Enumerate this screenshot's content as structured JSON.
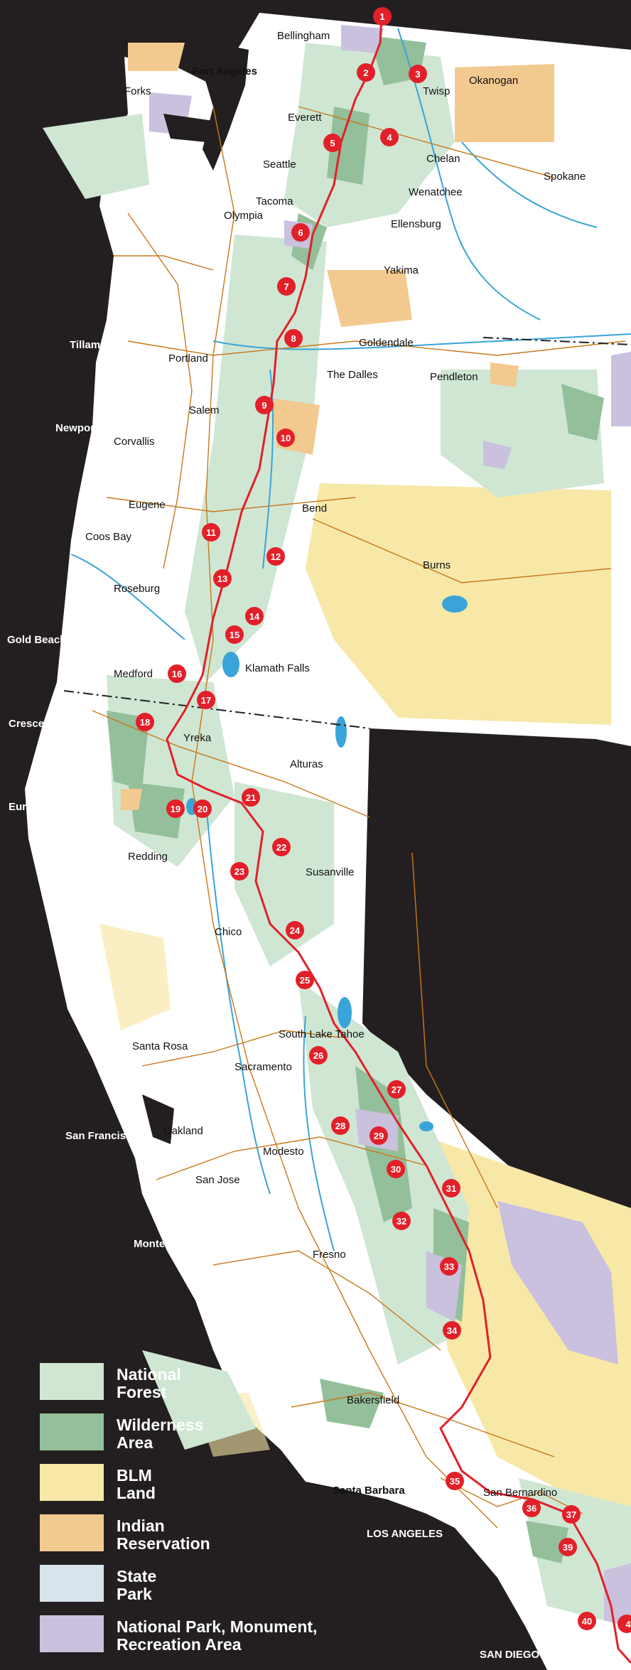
{
  "colors": {
    "background": "#231f20",
    "land": "#ffffff",
    "national_forest": "#cfe6d3",
    "wilderness": "#93bf9a",
    "blm": "#f7e8a8",
    "indian_reservation": "#f2c98f",
    "state_park": "#d9e3ec",
    "national_park": "#c9c1dd",
    "water": "#3aa4d8",
    "roads": "#c8781c",
    "trail": "#e2202a",
    "marker": "#e2202a"
  },
  "cities_white": [
    "Port Angeles",
    "Tillamook",
    "Newport",
    "Gold Beach",
    "Crescent City",
    "Eureka",
    "San Francisco",
    "Monterey",
    "Santa Barbara",
    "LOS ANGELES",
    "SAN DIEGO"
  ],
  "cities_dark": [
    "Bellingham",
    "Forks",
    "Twisp",
    "Okanogan",
    "Everett",
    "Seattle",
    "Chelan",
    "Spokane",
    "Wenatchee",
    "Tacoma",
    "Olympia",
    "Ellensburg",
    "Yakima",
    "Goldendale",
    "Portland",
    "The Dalles",
    "Pendleton",
    "Salem",
    "Corvallis",
    "Eugene",
    "Bend",
    "Coos Bay",
    "Burns",
    "Roseburg",
    "Medford",
    "Klamath Falls",
    "Yreka",
    "Alturas",
    "Redding",
    "Susanville",
    "Chico",
    "South Lake Tahoe",
    "Santa Rosa",
    "Sacramento",
    "Oakland",
    "Modesto",
    "San Jose",
    "Fresno",
    "Bakersfield",
    "San Bernardino"
  ],
  "markers": [
    "1",
    "2",
    "3",
    "4",
    "5",
    "6",
    "7",
    "8",
    "9",
    "10",
    "11",
    "12",
    "13",
    "14",
    "15",
    "16",
    "17",
    "18",
    "19",
    "20",
    "21",
    "22",
    "23",
    "24",
    "25",
    "26",
    "27",
    "28",
    "29",
    "30",
    "31",
    "32",
    "33",
    "34",
    "35",
    "36",
    "37",
    "39",
    "40",
    "4"
  ],
  "legend": [
    {
      "line1": "National",
      "line2": "Forest",
      "color": "#cfe6d3"
    },
    {
      "line1": "Wilderness",
      "line2": "Area",
      "color": "#93bf9a"
    },
    {
      "line1": "BLM",
      "line2": "Land",
      "color": "#f7e8a8"
    },
    {
      "line1": "Indian",
      "line2": "Reservation",
      "color": "#f2c98f"
    },
    {
      "line1": "State",
      "line2": "Park",
      "color": "#d9e3ec"
    },
    {
      "line1": "National Park, Monument,",
      "line2": "Recreation Area",
      "color": "#c9c1dd"
    }
  ]
}
